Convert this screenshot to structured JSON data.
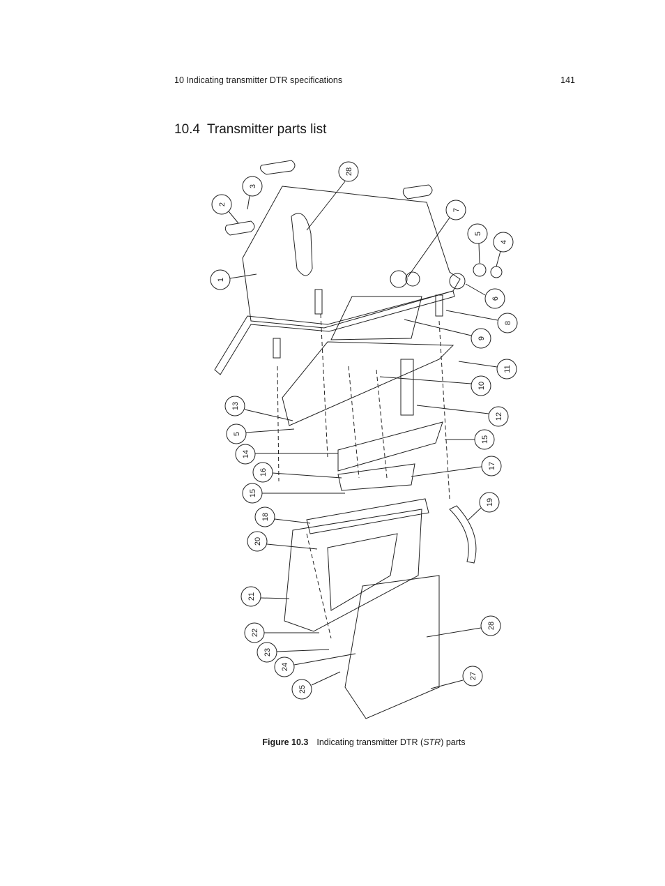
{
  "header": {
    "chapter": "10 Indicating transmitter DTR specifications",
    "page_number": "141"
  },
  "section": {
    "number": "10.4",
    "title": "Transmitter parts list"
  },
  "figure": {
    "label": "Figure 10.3",
    "caption_before": "Indicating transmitter DTR (",
    "caption_italic": "STR",
    "caption_after": ") parts",
    "callouts": [
      "28",
      "3",
      "2",
      "1",
      "7",
      "5",
      "4",
      "6",
      "8",
      "9",
      "11",
      "10",
      "12",
      "13",
      "5",
      "15",
      "14",
      "17",
      "16",
      "15",
      "19",
      "18",
      "20",
      "21",
      "28",
      "22",
      "23",
      "24",
      "27",
      "25"
    ]
  }
}
